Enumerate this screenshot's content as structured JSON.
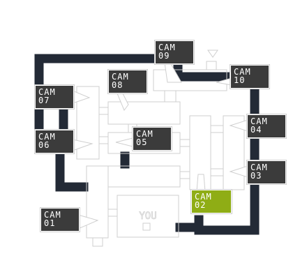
{
  "map": {
    "you_label": "YOU",
    "colors": {
      "corridor": "#232a36",
      "room_outline": "#cfcfcf",
      "camera_button": "#3b3b3b",
      "camera_button_active": "#8fad15",
      "background": "#ffffff"
    },
    "active_camera": "02",
    "cameras": [
      {
        "id": "09",
        "line1": "CAM",
        "line2": "09"
      },
      {
        "id": "10",
        "line1": "CAM",
        "line2": "10"
      },
      {
        "id": "08",
        "line1": "CAM",
        "line2": "08"
      },
      {
        "id": "07",
        "line1": "CAM",
        "line2": "07"
      },
      {
        "id": "06",
        "line1": "CAM",
        "line2": "06"
      },
      {
        "id": "05",
        "line1": "CAM",
        "line2": "05"
      },
      {
        "id": "04",
        "line1": "CAM",
        "line2": "04"
      },
      {
        "id": "03",
        "line1": "CAM",
        "line2": "03"
      },
      {
        "id": "02",
        "line1": "CAM",
        "line2": "02"
      },
      {
        "id": "01",
        "line1": "CAM",
        "line2": "01"
      }
    ]
  }
}
